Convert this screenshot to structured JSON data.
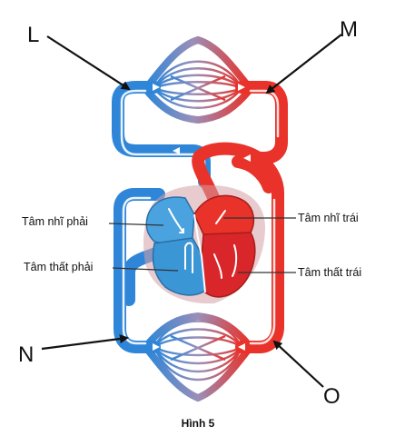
{
  "figure": {
    "caption": "Hình 5",
    "labels": {
      "L": "L",
      "M": "M",
      "N": "N",
      "O": "O",
      "right_atrium": "Tâm nhĩ phải",
      "right_ventricle": "Tâm thất phải",
      "left_atrium": "Tâm nhĩ trái",
      "left_ventricle": "Tâm thất trái"
    }
  },
  "colors": {
    "oxygen_poor_blood": "#2f86d8",
    "oxygen_rich_blood": "#e8322a",
    "heart_outline": "#6a6a6a",
    "arrow": "#111111"
  }
}
